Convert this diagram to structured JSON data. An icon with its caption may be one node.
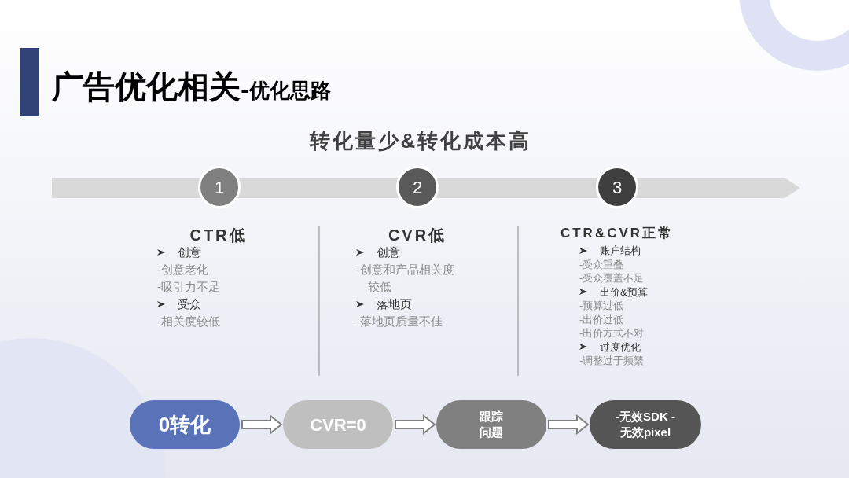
{
  "diagram": {
    "title": "广告优化相关-优化思路",
    "nodes": [
      {
        "text": [
          "1"
        ]
      },
      {
        "text": [
          "2"
        ]
      },
      {
        "text": [
          "3"
        ]
      },
      {
        "text": [
          "0转化"
        ]
      },
      {
        "text": [
          "CVR=0"
        ]
      },
      {
        "text": [
          "跟踪问题"
        ]
      },
      {
        "text": [
          "-无效SDK -无效pixel"
        ]
      }
    ],
    "edges": [
      {
        "from": 3,
        "to": 4,
        "arrow": "to"
      },
      {
        "from": 4,
        "to": 5,
        "arrow": "to"
      },
      {
        "from": 5,
        "to": 6,
        "arrow": "to"
      }
    ],
    "labels": [
      "转化量少&转化成本高",
      "CTR低",
      "创意",
      "-创意老化",
      "-吸引力不足",
      "受众",
      "-相关度较低",
      "CVR低",
      "创意",
      "-创意和产品相关度较低",
      "落地页",
      "-落地页质量不佳",
      "CTR&CVR正常",
      "账户结构",
      "-受众重叠",
      "-受众覆盖不足",
      "出价&预算",
      "-预算过低",
      "-出价过低",
      "-出价方式不对",
      "过度优化",
      "-调整过于频繁"
    ]
  }
}
